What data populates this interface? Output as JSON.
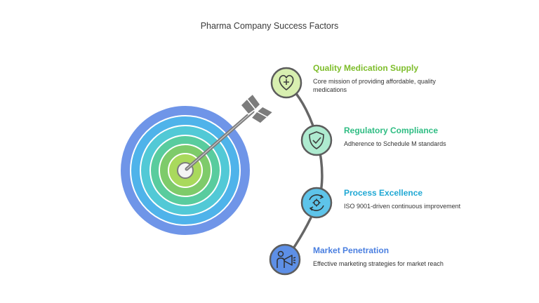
{
  "title": "Pharma Company Success Factors",
  "colors": {
    "ring_outer": "#6f95e8",
    "ring_2": "#4fb3ea",
    "ring_3": "#52c9d6",
    "ring_4": "#59cc9e",
    "ring_5": "#7ecb6a",
    "ring_6": "#a9d95c",
    "arrow": "#7c7c7c",
    "arc": "#666666"
  },
  "items": [
    {
      "title": "Quality Medication Supply",
      "description": "Core mission of providing affordable, quality medications",
      "color": "#7dbd2a",
      "fill": "#d8efb0",
      "icon": "heart-plus-icon"
    },
    {
      "title": "Regulatory Compliance",
      "description": "Adherence to Schedule M standards",
      "color": "#2fbd83",
      "fill": "#aeebd0",
      "icon": "shield-check-icon"
    },
    {
      "title": "Process Excellence",
      "description": "ISO 9001-driven continuous improvement",
      "color": "#1fa8d4",
      "fill": "#5ec4ea",
      "icon": "gear-cycle-icon"
    },
    {
      "title": "Market Penetration",
      "description": "Effective marketing strategies for market reach",
      "color": "#4a7fe0",
      "fill": "#5d8fe6",
      "icon": "megaphone-person-icon"
    }
  ]
}
